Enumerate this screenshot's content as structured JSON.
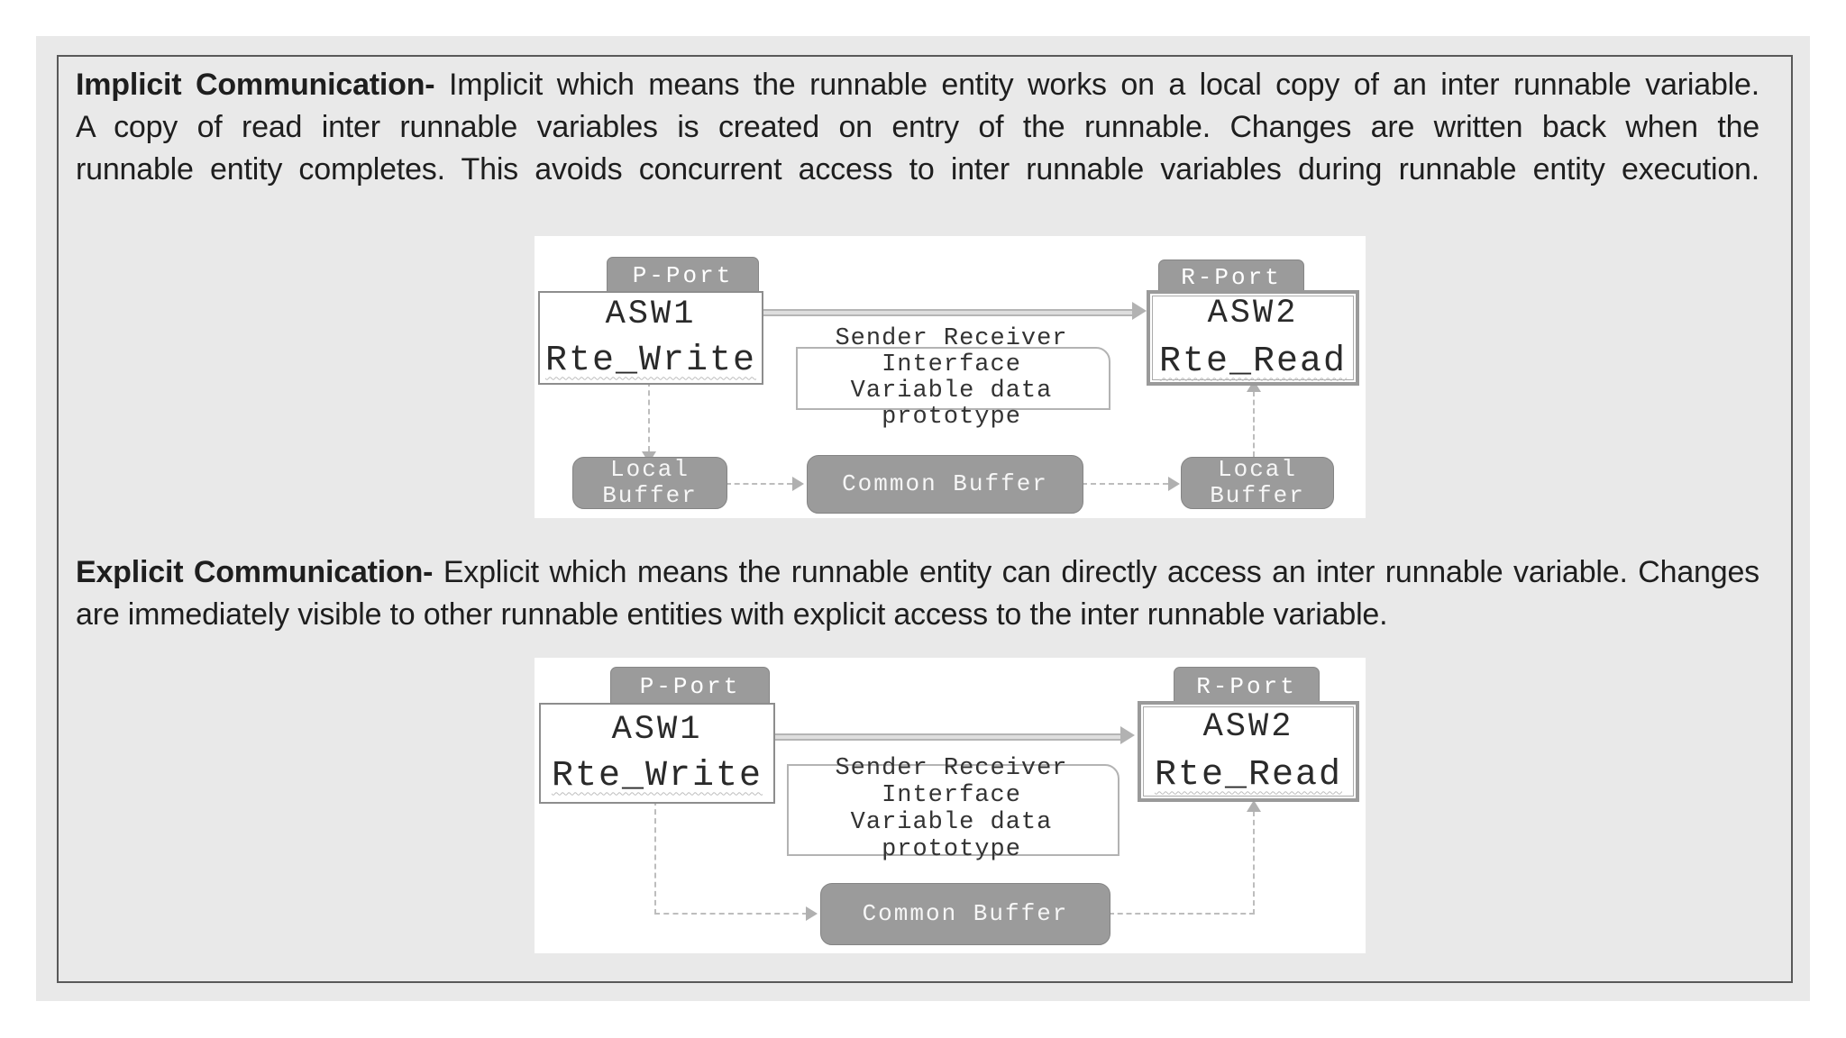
{
  "colors": {
    "panel_bg": "#e9e9e9",
    "frame_border": "#595959",
    "diagram_bg": "#ffffff",
    "gray_fill": "#9b9b9b",
    "text": "#1e1e1e",
    "white_text": "#ffffff"
  },
  "implicit": {
    "lead": "Implicit Communication-",
    "line1_rest": " Implicit which means the runnable entity works on a local copy of an inter runnable variable.",
    "line2": "A copy of read inter runnable variables is created on entry of the runnable. Changes are written back when the",
    "line3": "runnable entity completes. This avoids concurrent access to inter runnable variables during runnable entity execution."
  },
  "explicit": {
    "lead": "Explicit Communication-",
    "line1_rest": " Explicit which means the runnable entity can directly access an inter runnable variable. Changes",
    "line2": "are immediately visible to other runnable entities with explicit access to the inter runnable variable."
  },
  "diagram_implicit": {
    "p_port": "P-Port",
    "r_port": "R-Port",
    "asw1_title": "ASW1",
    "asw1_api": "Rte_Write",
    "asw2_title": "ASW2",
    "asw2_api": "Rte_Read",
    "interface_lines": [
      "Sender Receiver",
      "Interface",
      "Variable data",
      "prototype"
    ],
    "local_buffer_left": [
      "Local",
      "Buffer"
    ],
    "common_buffer": "Common Buffer",
    "local_buffer_right": [
      "Local",
      "Buffer"
    ]
  },
  "diagram_explicit": {
    "p_port": "P-Port",
    "r_port": "R-Port",
    "asw1_title": "ASW1",
    "asw1_api": "Rte_Write",
    "asw2_title": "ASW2",
    "asw2_api": "Rte_Read",
    "interface_lines": [
      "Sender Receiver",
      "Interface",
      "Variable data",
      "prototype"
    ],
    "common_buffer": "Common Buffer"
  }
}
